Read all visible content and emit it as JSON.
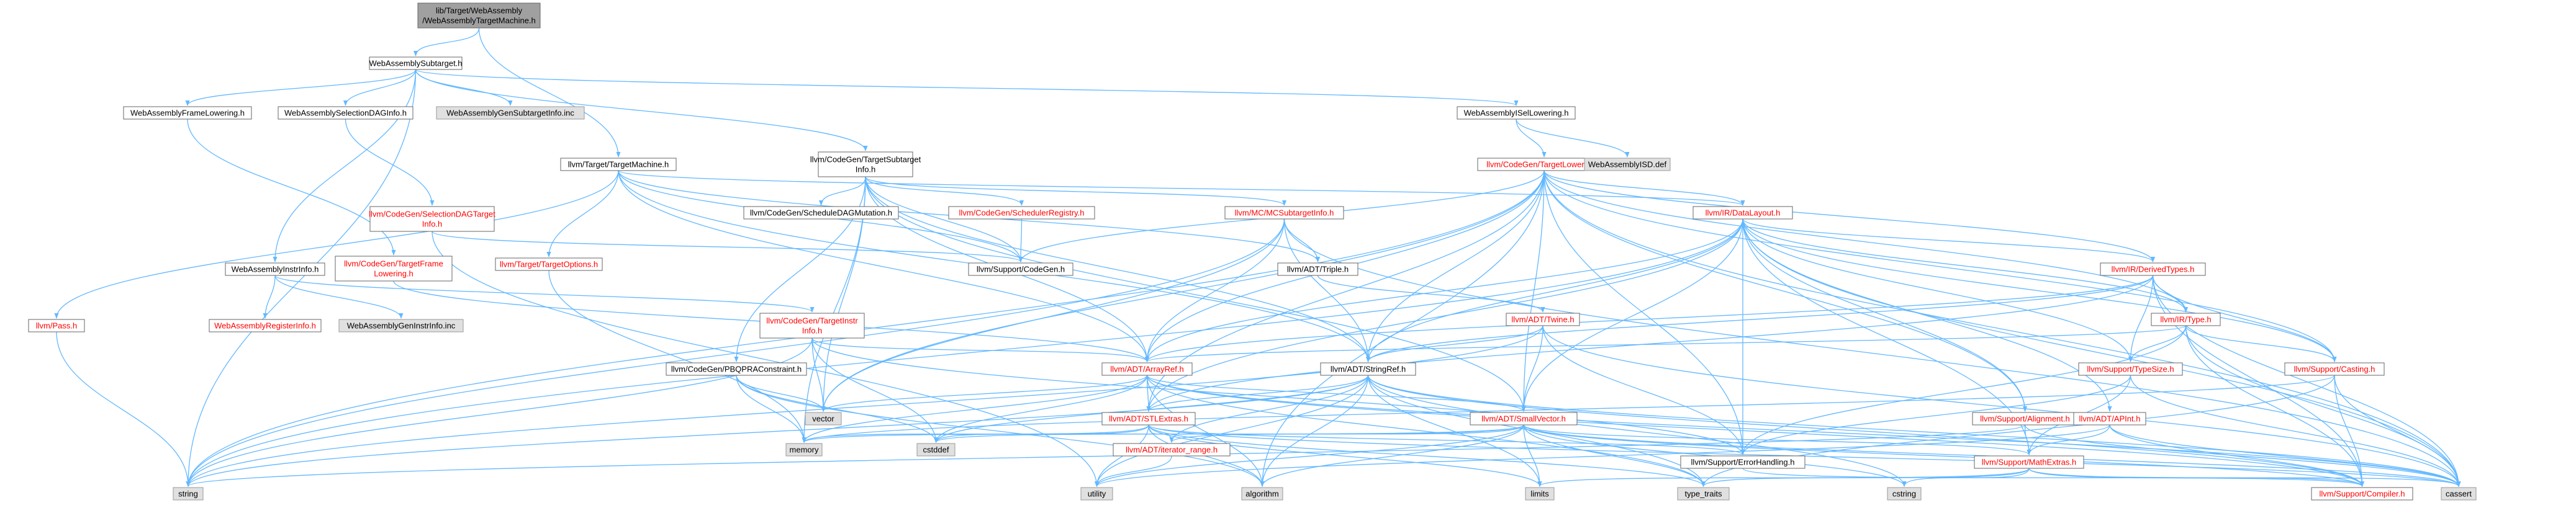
{
  "colors": {
    "root_fill": "#a0a0a0",
    "node_fill": "#ffffff",
    "node_stroke": "#666666",
    "external_fill": "#e0e0e0",
    "external_stroke": "#999999",
    "text": "#000000",
    "text_incomplete": "#ff0000",
    "edge": "#63b8ff"
  },
  "nodes": [
    {
      "id": "root",
      "lines": [
        "lib/Target/WebAssembly",
        "/WebAssemblyTargetMachine.h"
      ],
      "kind": "root"
    },
    {
      "id": "wsubtarget",
      "lines": [
        "WebAssemblySubtarget.h"
      ],
      "kind": "normal"
    },
    {
      "id": "wframelow",
      "lines": [
        "WebAssemblyFrameLowering.h"
      ],
      "kind": "normal"
    },
    {
      "id": "wseldag",
      "lines": [
        "WebAssemblySelectionDAGInfo.h"
      ],
      "kind": "normal"
    },
    {
      "id": "wgensub",
      "lines": [
        "WebAssemblyGenSubtargetInfo.inc"
      ],
      "kind": "external"
    },
    {
      "id": "wisellow",
      "lines": [
        "WebAssemblyISelLowering.h"
      ],
      "kind": "normal"
    },
    {
      "id": "targetmachine",
      "lines": [
        "llvm/Target/TargetMachine.h"
      ],
      "kind": "normal"
    },
    {
      "id": "tsubtarget",
      "lines": [
        "llvm/CodeGen/TargetSubtarget",
        "Info.h"
      ],
      "kind": "normal"
    },
    {
      "id": "tlowering",
      "lines": [
        "llvm/CodeGen/TargetLowering.h"
      ],
      "kind": "incomplete"
    },
    {
      "id": "wisd",
      "lines": [
        "WebAssemblyISD.def"
      ],
      "kind": "external"
    },
    {
      "id": "winstrinfo",
      "lines": [
        "WebAssemblyInstrInfo.h"
      ],
      "kind": "normal"
    },
    {
      "id": "pass",
      "lines": [
        "llvm/Pass.h"
      ],
      "kind": "incomplete"
    },
    {
      "id": "cgseldag",
      "lines": [
        "llvm/CodeGen/SelectionDAGTarget",
        "Info.h"
      ],
      "kind": "incomplete"
    },
    {
      "id": "targetoptions",
      "lines": [
        "llvm/Target/TargetOptions.h"
      ],
      "kind": "incomplete"
    },
    {
      "id": "schedmut",
      "lines": [
        "llvm/CodeGen/ScheduleDAGMutation.h"
      ],
      "kind": "normal"
    },
    {
      "id": "schedreg",
      "lines": [
        "llvm/CodeGen/SchedulerRegistry.h"
      ],
      "kind": "incomplete"
    },
    {
      "id": "mcsub",
      "lines": [
        "llvm/MC/MCSubtargetInfo.h"
      ],
      "kind": "incomplete"
    },
    {
      "id": "datalayout",
      "lines": [
        "llvm/IR/DataLayout.h"
      ],
      "kind": "incomplete"
    },
    {
      "id": "cgframelow",
      "lines": [
        "llvm/CodeGen/TargetFrame",
        "Lowering.h"
      ],
      "kind": "incomplete"
    },
    {
      "id": "supportcodegen",
      "lines": [
        "llvm/Support/CodeGen.h"
      ],
      "kind": "normal"
    },
    {
      "id": "triple",
      "lines": [
        "llvm/ADT/Triple.h"
      ],
      "kind": "normal"
    },
    {
      "id": "derivedtypes",
      "lines": [
        "llvm/IR/DerivedTypes.h"
      ],
      "kind": "incomplete"
    },
    {
      "id": "wreginfo",
      "lines": [
        "WebAssemblyRegisterInfo.h"
      ],
      "kind": "incomplete"
    },
    {
      "id": "wgeninstr",
      "lines": [
        "WebAssemblyGenInstrInfo.inc"
      ],
      "kind": "external"
    },
    {
      "id": "cgtinstr",
      "lines": [
        "llvm/CodeGen/TargetInstr",
        "Info.h"
      ],
      "kind": "incomplete"
    },
    {
      "id": "twine",
      "lines": [
        "llvm/ADT/Twine.h"
      ],
      "kind": "incomplete"
    },
    {
      "id": "irtype",
      "lines": [
        "llvm/IR/Type.h"
      ],
      "kind": "incomplete"
    },
    {
      "id": "pbqp",
      "lines": [
        "llvm/CodeGen/PBQPRAConstraint.h"
      ],
      "kind": "normal"
    },
    {
      "id": "arrayref",
      "lines": [
        "llvm/ADT/ArrayRef.h"
      ],
      "kind": "incomplete"
    },
    {
      "id": "stringref",
      "lines": [
        "llvm/ADT/StringRef.h"
      ],
      "kind": "normal"
    },
    {
      "id": "typesize",
      "lines": [
        "llvm/Support/TypeSize.h"
      ],
      "kind": "incomplete"
    },
    {
      "id": "casting",
      "lines": [
        "llvm/Support/Casting.h"
      ],
      "kind": "incomplete"
    },
    {
      "id": "vector",
      "lines": [
        "vector"
      ],
      "kind": "external"
    },
    {
      "id": "stlextras",
      "lines": [
        "llvm/ADT/STLExtras.h"
      ],
      "kind": "incomplete"
    },
    {
      "id": "smallvector",
      "lines": [
        "llvm/ADT/SmallVector.h"
      ],
      "kind": "incomplete"
    },
    {
      "id": "alignment",
      "lines": [
        "llvm/Support/Alignment.h"
      ],
      "kind": "incomplete"
    },
    {
      "id": "apint",
      "lines": [
        "llvm/ADT/APInt.h"
      ],
      "kind": "incomplete"
    },
    {
      "id": "memory",
      "lines": [
        "memory"
      ],
      "kind": "external"
    },
    {
      "id": "cstddef",
      "lines": [
        "cstddef"
      ],
      "kind": "external"
    },
    {
      "id": "iterrange",
      "lines": [
        "llvm/ADT/iterator_range.h"
      ],
      "kind": "incomplete"
    },
    {
      "id": "errhandling",
      "lines": [
        "llvm/Support/ErrorHandling.h"
      ],
      "kind": "normal"
    },
    {
      "id": "mathextras",
      "lines": [
        "llvm/Support/MathExtras.h"
      ],
      "kind": "incomplete"
    },
    {
      "id": "string",
      "lines": [
        "string"
      ],
      "kind": "external"
    },
    {
      "id": "utility",
      "lines": [
        "utility"
      ],
      "kind": "external"
    },
    {
      "id": "algorithm",
      "lines": [
        "algorithm"
      ],
      "kind": "external"
    },
    {
      "id": "limits",
      "lines": [
        "limits"
      ],
      "kind": "external"
    },
    {
      "id": "typetraits",
      "lines": [
        "type_traits"
      ],
      "kind": "external"
    },
    {
      "id": "cstring",
      "lines": [
        "cstring"
      ],
      "kind": "external"
    },
    {
      "id": "cassert",
      "lines": [
        "cassert"
      ],
      "kind": "external"
    },
    {
      "id": "compiler",
      "lines": [
        "llvm/Support/Compiler.h"
      ],
      "kind": "incomplete"
    }
  ],
  "edges": [
    [
      "root",
      "wsubtarget"
    ],
    [
      "root",
      "targetmachine"
    ],
    [
      "wsubtarget",
      "wframelow"
    ],
    [
      "wsubtarget",
      "wseldag"
    ],
    [
      "wsubtarget",
      "wgensub"
    ],
    [
      "wsubtarget",
      "wisellow"
    ],
    [
      "wsubtarget",
      "tsubtarget"
    ],
    [
      "wsubtarget",
      "winstrinfo"
    ],
    [
      "wsubtarget",
      "string"
    ],
    [
      "wframelow",
      "cgframelow"
    ],
    [
      "wseldag",
      "cgseldag"
    ],
    [
      "wisellow",
      "tlowering"
    ],
    [
      "wisellow",
      "wisd"
    ],
    [
      "targetmachine",
      "pass"
    ],
    [
      "targetmachine",
      "targetoptions"
    ],
    [
      "targetmachine",
      "supportcodegen"
    ],
    [
      "targetmachine",
      "triple"
    ],
    [
      "targetmachine",
      "stringref"
    ],
    [
      "targetmachine",
      "arrayref"
    ],
    [
      "targetmachine",
      "datalayout"
    ],
    [
      "tsubtarget",
      "schedmut"
    ],
    [
      "tsubtarget",
      "schedreg"
    ],
    [
      "tsubtarget",
      "mcsub"
    ],
    [
      "tsubtarget",
      "pbqp"
    ],
    [
      "tsubtarget",
      "supportcodegen"
    ],
    [
      "tsubtarget",
      "arrayref"
    ],
    [
      "tsubtarget",
      "smallvector"
    ],
    [
      "tsubtarget",
      "stringref"
    ],
    [
      "tsubtarget",
      "vector"
    ],
    [
      "tsubtarget",
      "memory"
    ],
    [
      "tlowering",
      "datalayout"
    ],
    [
      "tlowering",
      "derivedtypes"
    ],
    [
      "tlowering",
      "irtype"
    ],
    [
      "tlowering",
      "arrayref"
    ],
    [
      "tlowering",
      "stlextras"
    ],
    [
      "tlowering",
      "smallvector"
    ],
    [
      "tlowering",
      "stringref"
    ],
    [
      "tlowering",
      "casting"
    ],
    [
      "tlowering",
      "alignment"
    ],
    [
      "tlowering",
      "errhandling"
    ],
    [
      "tlowering",
      "supportcodegen"
    ],
    [
      "tlowering",
      "vector"
    ],
    [
      "tlowering",
      "string"
    ],
    [
      "tlowering",
      "cassert"
    ],
    [
      "tlowering",
      "algorithm"
    ],
    [
      "winstrinfo",
      "wreginfo"
    ],
    [
      "winstrinfo",
      "wgeninstr"
    ],
    [
      "winstrinfo",
      "cgtinstr"
    ],
    [
      "pass",
      "string"
    ],
    [
      "cgseldag",
      "supportcodegen"
    ],
    [
      "cgseldag",
      "utility"
    ],
    [
      "targetoptions",
      "memory"
    ],
    [
      "schedreg",
      "supportcodegen"
    ],
    [
      "mcsub",
      "triple"
    ],
    [
      "mcsub",
      "arrayref"
    ],
    [
      "mcsub",
      "stringref"
    ],
    [
      "mcsub",
      "string"
    ],
    [
      "mcsub",
      "vector"
    ],
    [
      "mcsub",
      "cassert"
    ],
    [
      "datalayout",
      "derivedtypes"
    ],
    [
      "datalayout",
      "irtype"
    ],
    [
      "datalayout",
      "apint"
    ],
    [
      "datalayout",
      "arrayref"
    ],
    [
      "datalayout",
      "stlextras"
    ],
    [
      "datalayout",
      "smallvector"
    ],
    [
      "datalayout",
      "stringref"
    ],
    [
      "datalayout",
      "alignment"
    ],
    [
      "datalayout",
      "typesize"
    ],
    [
      "datalayout",
      "casting"
    ],
    [
      "datalayout",
      "errhandling"
    ],
    [
      "datalayout",
      "mathextras"
    ],
    [
      "datalayout",
      "cassert"
    ],
    [
      "datalayout",
      "string"
    ],
    [
      "cgframelow",
      "arrayref"
    ],
    [
      "triple",
      "twine"
    ],
    [
      "derivedtypes",
      "irtype"
    ],
    [
      "derivedtypes",
      "arrayref"
    ],
    [
      "derivedtypes",
      "stlextras"
    ],
    [
      "derivedtypes",
      "stringref"
    ],
    [
      "derivedtypes",
      "casting"
    ],
    [
      "derivedtypes",
      "compiler"
    ],
    [
      "derivedtypes",
      "typesize"
    ],
    [
      "derivedtypes",
      "cassert"
    ],
    [
      "cgtinstr",
      "arrayref"
    ],
    [
      "cgtinstr",
      "vector"
    ],
    [
      "cgtinstr",
      "cstddef"
    ],
    [
      "cgtinstr",
      "string"
    ],
    [
      "cgtinstr",
      "errhandling"
    ],
    [
      "twine",
      "smallvector"
    ],
    [
      "twine",
      "stringref"
    ],
    [
      "twine",
      "errhandling"
    ],
    [
      "twine",
      "cassert"
    ],
    [
      "twine",
      "string"
    ],
    [
      "irtype",
      "arrayref"
    ],
    [
      "irtype",
      "casting"
    ],
    [
      "irtype",
      "compiler"
    ],
    [
      "irtype",
      "errhandling"
    ],
    [
      "irtype",
      "typesize"
    ],
    [
      "irtype",
      "cassert"
    ],
    [
      "pbqp",
      "algorithm"
    ],
    [
      "pbqp",
      "cstddef"
    ],
    [
      "pbqp",
      "memory"
    ],
    [
      "pbqp",
      "vector"
    ],
    [
      "arrayref",
      "stlextras"
    ],
    [
      "arrayref",
      "smallvector"
    ],
    [
      "arrayref",
      "compiler"
    ],
    [
      "arrayref",
      "algorithm"
    ],
    [
      "arrayref",
      "cassert"
    ],
    [
      "arrayref",
      "cstddef"
    ],
    [
      "arrayref",
      "memory"
    ],
    [
      "arrayref",
      "typetraits"
    ],
    [
      "arrayref",
      "vector"
    ],
    [
      "stringref",
      "stlextras"
    ],
    [
      "stringref",
      "iterrange"
    ],
    [
      "stringref",
      "compiler"
    ],
    [
      "stringref",
      "algorithm"
    ],
    [
      "stringref",
      "cassert"
    ],
    [
      "stringref",
      "cstddef"
    ],
    [
      "stringref",
      "cstring"
    ],
    [
      "stringref",
      "limits"
    ],
    [
      "stringref",
      "string"
    ],
    [
      "stringref",
      "typetraits"
    ],
    [
      "stringref",
      "utility"
    ],
    [
      "typesize",
      "mathextras"
    ],
    [
      "typesize",
      "errhandling"
    ],
    [
      "typesize",
      "cassert"
    ],
    [
      "casting",
      "compiler"
    ],
    [
      "casting",
      "cassert"
    ],
    [
      "casting",
      "memory"
    ],
    [
      "casting",
      "typetraits"
    ],
    [
      "stlextras",
      "iterrange"
    ],
    [
      "stlextras",
      "errhandling"
    ],
    [
      "stlextras",
      "algorithm"
    ],
    [
      "stlextras",
      "cassert"
    ],
    [
      "stlextras",
      "cstddef"
    ],
    [
      "stlextras",
      "limits"
    ],
    [
      "stlextras",
      "memory"
    ],
    [
      "stlextras",
      "typetraits"
    ],
    [
      "stlextras",
      "utility"
    ],
    [
      "smallvector",
      "compiler"
    ],
    [
      "smallvector",
      "mathextras"
    ],
    [
      "smallvector",
      "algorithm"
    ],
    [
      "smallvector",
      "cassert"
    ],
    [
      "smallvector",
      "cstddef"
    ],
    [
      "smallvector",
      "cstring"
    ],
    [
      "smallvector",
      "limits"
    ],
    [
      "smallvector",
      "memory"
    ],
    [
      "smallvector",
      "typetraits"
    ],
    [
      "smallvector",
      "utility"
    ],
    [
      "smallvector",
      "iterrange"
    ],
    [
      "alignment",
      "mathextras"
    ],
    [
      "alignment",
      "cassert"
    ],
    [
      "alignment",
      "string"
    ],
    [
      "apint",
      "compiler"
    ],
    [
      "apint",
      "mathextras"
    ],
    [
      "apint",
      "cassert"
    ],
    [
      "apint",
      "utility"
    ],
    [
      "iterrange",
      "utility"
    ],
    [
      "errhandling",
      "compiler"
    ],
    [
      "mathextras",
      "compiler"
    ],
    [
      "mathextras",
      "cassert"
    ],
    [
      "mathextras",
      "cstring"
    ],
    [
      "mathextras",
      "limits"
    ],
    [
      "mathextras",
      "typetraits"
    ]
  ]
}
